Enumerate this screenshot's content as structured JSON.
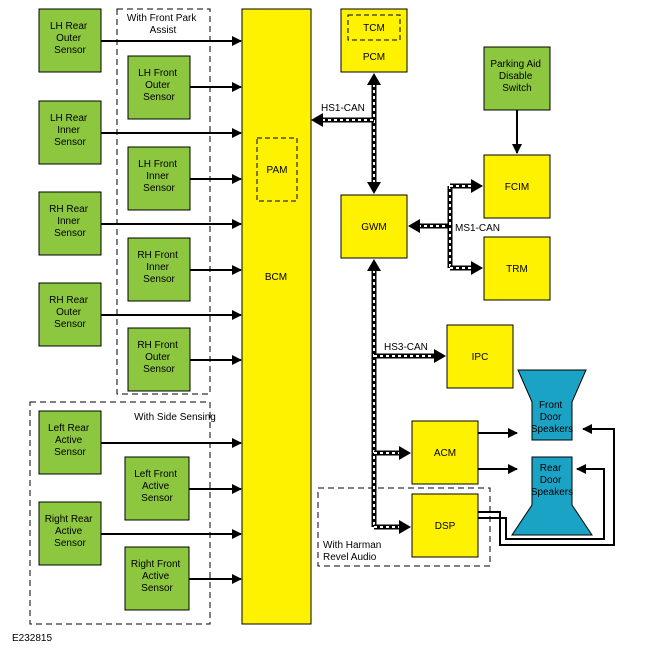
{
  "figure_id": "E232815",
  "colors": {
    "sensor_fill": "#8dc63f",
    "module_fill": "#fff200",
    "speaker_fill": "#1aa3c4",
    "stroke": "#000000"
  },
  "groups": {
    "front_park_assist": [
      "With Front Park",
      "Assist"
    ],
    "side_sensing": [
      "With Side Sensing"
    ],
    "harman_revel": [
      "With Harman",
      "Revel Audio"
    ]
  },
  "sensors": {
    "lh_rear_outer": [
      "LH Rear",
      "Outer",
      "Sensor"
    ],
    "lh_front_outer": [
      "LH Front",
      "Outer",
      "Sensor"
    ],
    "lh_rear_inner": [
      "LH Rear",
      "Inner",
      "Sensor"
    ],
    "lh_front_inner": [
      "LH Front",
      "Inner",
      "Sensor"
    ],
    "rh_rear_inner": [
      "RH Rear",
      "Inner",
      "Sensor"
    ],
    "rh_front_inner": [
      "RH Front",
      "Inner",
      "Sensor"
    ],
    "rh_rear_outer": [
      "RH Rear",
      "Outer",
      "Sensor"
    ],
    "rh_front_outer": [
      "RH Front",
      "Outer",
      "Sensor"
    ],
    "left_rear_active": [
      "Left Rear",
      "Active",
      "Sensor"
    ],
    "left_front_active": [
      "Left Front",
      "Active",
      "Sensor"
    ],
    "right_rear_active": [
      "Right Rear",
      "Active",
      "Sensor"
    ],
    "right_front_active": [
      "Right Front",
      "Active",
      "Sensor"
    ],
    "parking_aid_switch": [
      "Parking Aid",
      "Disable",
      "Switch"
    ]
  },
  "modules": {
    "bcm": "BCM",
    "pam": "PAM",
    "pcm": "PCM",
    "tcm": "TCM",
    "gwm": "GWM",
    "fcim": "FCIM",
    "trm": "TRM",
    "ipc": "IPC",
    "acm": "ACM",
    "dsp": "DSP"
  },
  "buses": {
    "hs1": "HS1-CAN",
    "ms1": "MS1-CAN",
    "hs3": "HS3-CAN"
  },
  "speakers": {
    "front_door": [
      "Front",
      "Door",
      "Speakers"
    ],
    "rear_door": [
      "Rear",
      "Door",
      "Speakers"
    ]
  }
}
